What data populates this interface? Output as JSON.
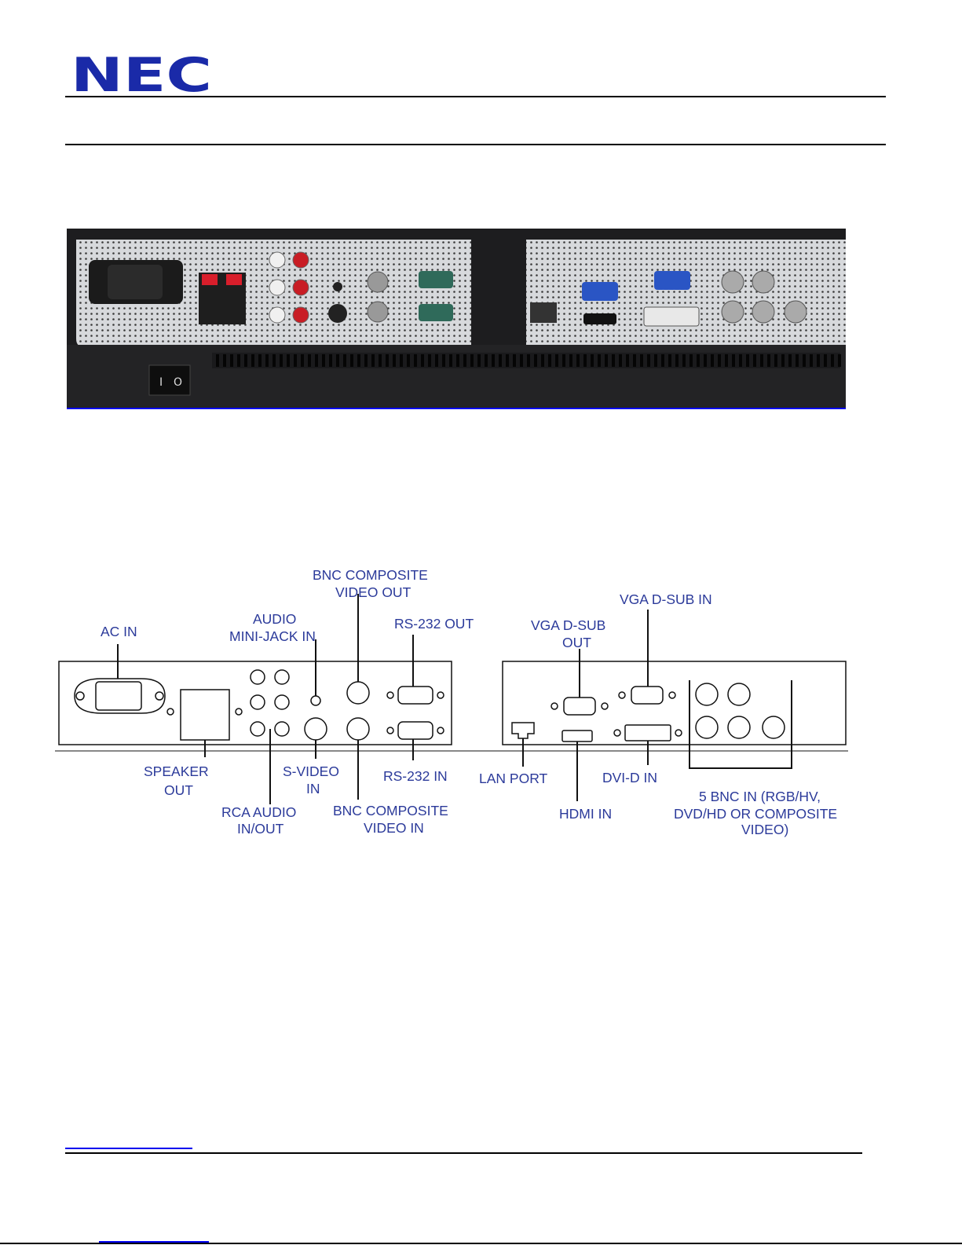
{
  "header": {
    "logo_text": "NEC",
    "brand_color": "#1a2aa8"
  },
  "photo": {
    "rocker_on": "I",
    "rocker_off": "O"
  },
  "diagram": {
    "label_color": "#2b3a9a",
    "labels": {
      "ac_in": "AC IN",
      "audio_mini_1": "AUDIO",
      "audio_mini_2": "MINI-JACK IN",
      "bnc_out_1": "BNC COMPOSITE",
      "bnc_out_2": "VIDEO OUT",
      "rs232_out": "RS-232 OUT",
      "vga_out_1": "VGA D-SUB",
      "vga_out_2": "OUT",
      "vga_in": "VGA D-SUB IN",
      "speaker_1": "SPEAKER",
      "speaker_2": "OUT",
      "svideo_1": "S-VIDEO",
      "svideo_2": "IN",
      "rca_1": "RCA AUDIO",
      "rca_2": "IN/OUT",
      "bnc_in_1": "BNC COMPOSITE",
      "bnc_in_2": "VIDEO IN",
      "rs232_in": "RS-232 IN",
      "lan": "LAN PORT",
      "hdmi": "HDMI IN",
      "dvi": "DVI-D IN",
      "bnc5_1": "5 BNC IN (RGB/HV,",
      "bnc5_2": "DVD/HD OR COMPOSITE",
      "bnc5_3": "VIDEO)"
    }
  }
}
